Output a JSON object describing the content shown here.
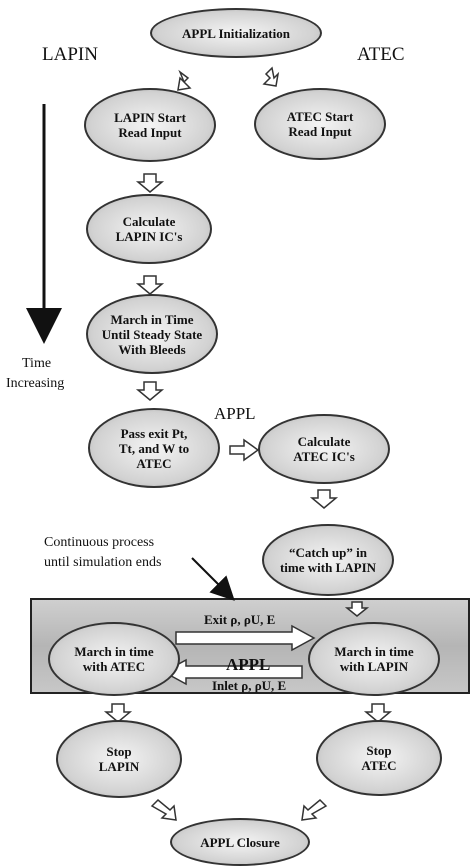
{
  "title_left": "LAPIN",
  "title_right": "ATEC",
  "time_axis": {
    "line1": "Time",
    "line2": "Increasing"
  },
  "nodes": {
    "appl_init": "APPL Initialization",
    "lapin_start": "LAPIN Start\nRead Input",
    "atec_start": "ATEC Start\nRead Input",
    "calc_lapin_ic": "Calculate\nLAPIN IC's",
    "march_steady": "March in Time\nUntil Steady State\nWith Bleeds",
    "pass_exit": "Pass exit Pt,\nTt, and W to\nATEC",
    "calc_atec_ic": "Calculate\nATEC IC's",
    "catch_up": "“Catch up” in\ntime with LAPIN",
    "march_atec": "March in time\nwith ATEC",
    "march_lapin": "March in time\nwith LAPIN",
    "stop_lapin": "Stop\nLAPIN",
    "stop_atec": "Stop\nATEC",
    "appl_closure": "APPL Closure"
  },
  "appl_label": "APPL",
  "appl_center": "APPL",
  "continuous": {
    "line1": "Continuous process",
    "line2": "until simulation ends"
  },
  "exit_label": "Exit ρ, ρU, E",
  "inlet_label": "Inlet ρ, ρU, E"
}
